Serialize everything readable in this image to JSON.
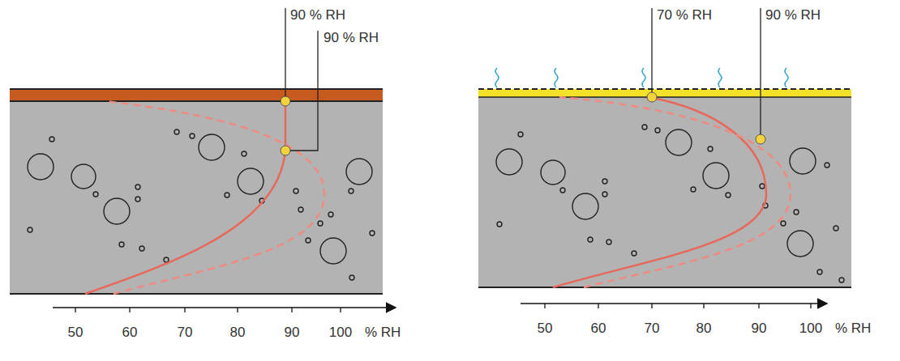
{
  "diagram": {
    "labels": [
      "90 % RH",
      "90 % RH",
      "50",
      "60",
      "70",
      "80",
      "90",
      "100",
      "% RH",
      "70 % RH",
      "90 % RH",
      "50",
      "60",
      "70",
      "80",
      "90",
      "100",
      "% RH"
    ]
  }
}
